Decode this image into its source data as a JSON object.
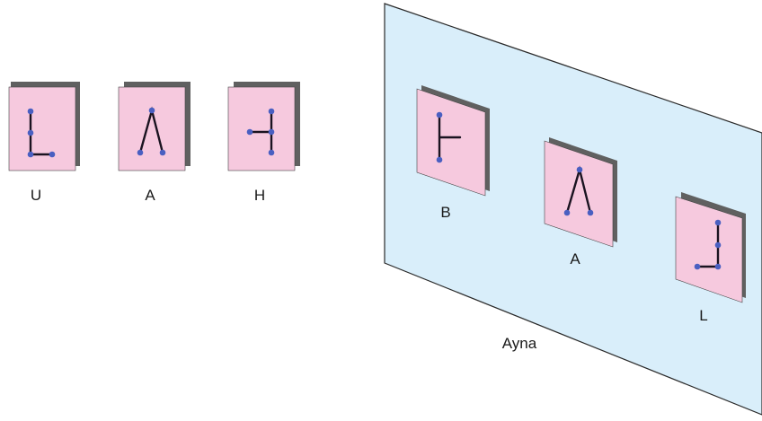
{
  "left_cards": [
    {
      "label": "U"
    },
    {
      "label": "A"
    },
    {
      "label": "H"
    }
  ],
  "mirror": {
    "label": "Ayna",
    "color": "#d9eefa",
    "cards": [
      {
        "label": "B"
      },
      {
        "label": "A"
      },
      {
        "label": "L"
      }
    ]
  },
  "colors": {
    "card": "#f6c9de",
    "shadow": "#606060",
    "dot": "#4a5fc1",
    "stroke": "#1a1320"
  }
}
